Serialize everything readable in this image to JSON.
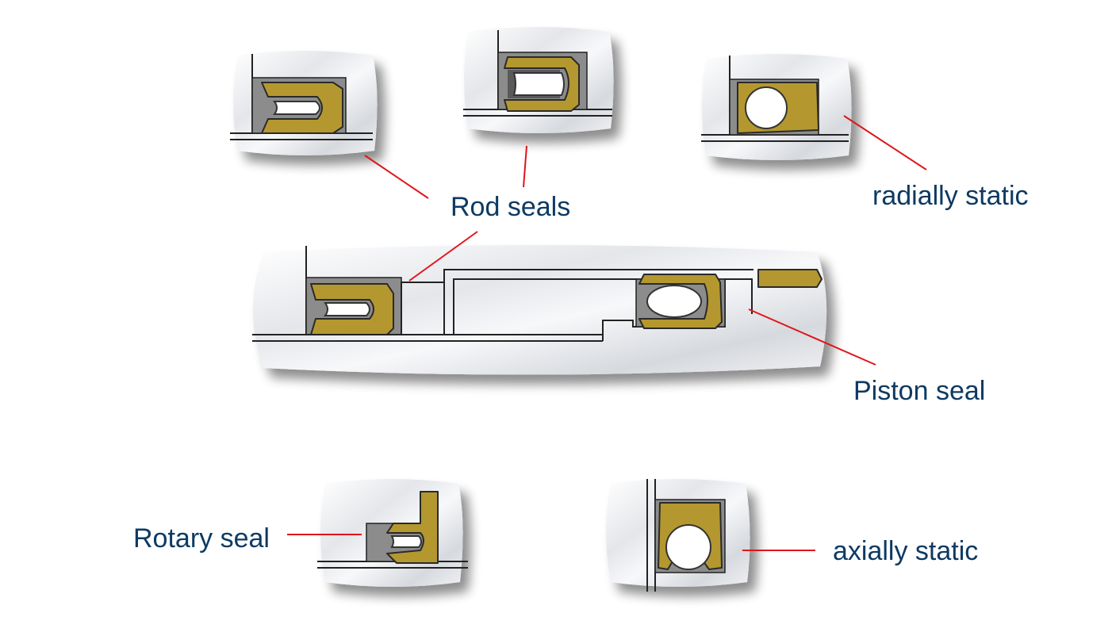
{
  "labels": {
    "rod_seals": "Rod seals",
    "radially_static": "radially static",
    "piston_seal": "Piston seal",
    "rotary_seal": "Rotary seal",
    "axially_static": "axially static"
  },
  "colors": {
    "label_text": "#0d3a63",
    "leader_line": "#e0151b",
    "seal_body": "#b4982f",
    "groove": "#8c8c8c",
    "background": "#ffffff"
  }
}
